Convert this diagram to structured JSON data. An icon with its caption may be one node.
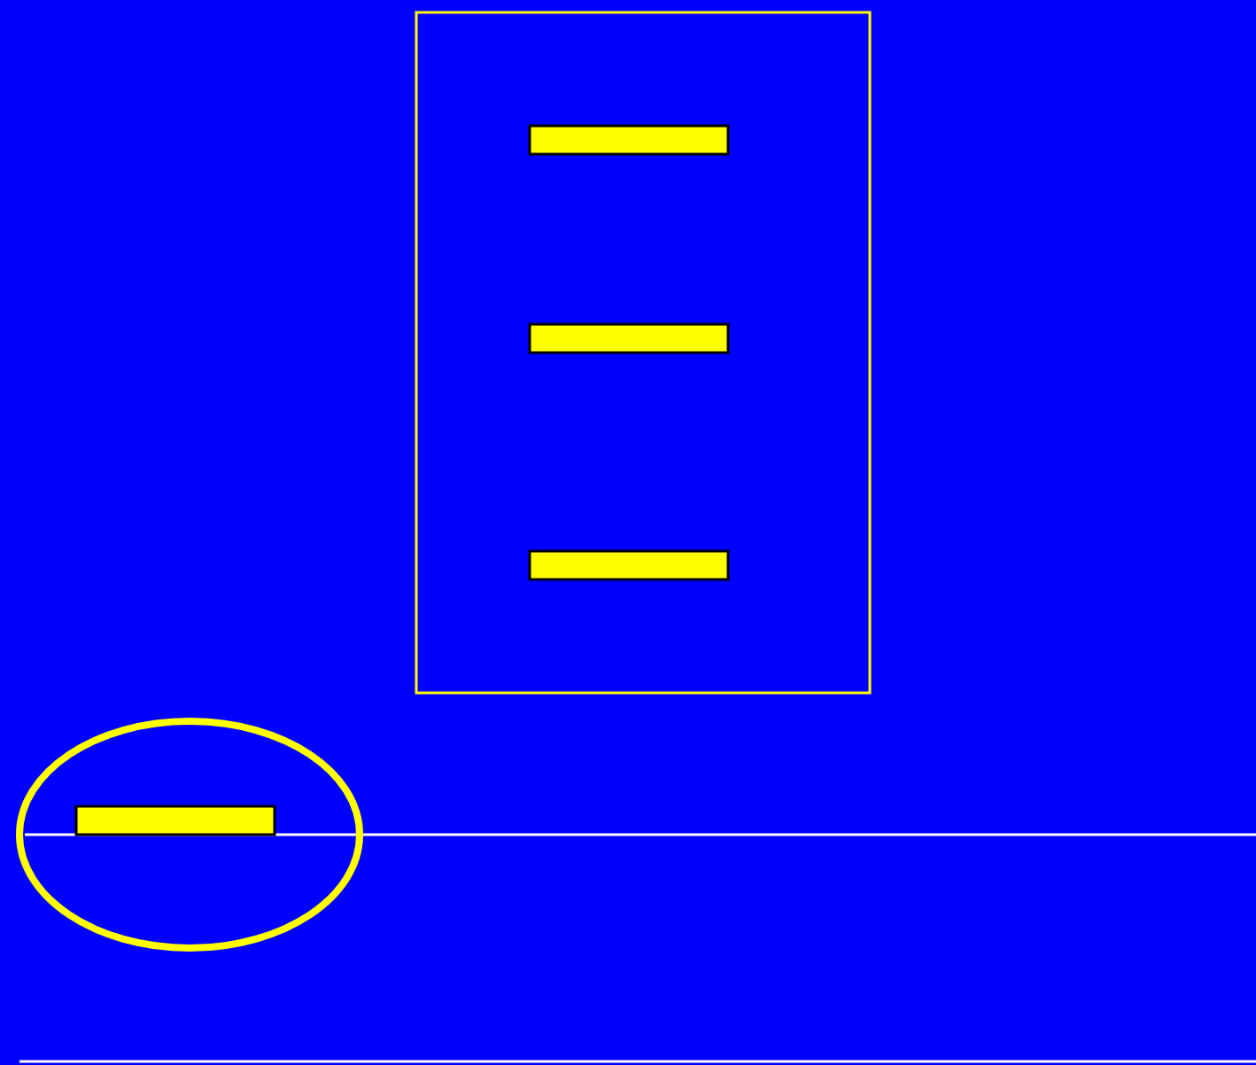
{
  "diagram": {
    "nodes": [
      {
        "text": [],
        "shape": "box"
      },
      {
        "text": [],
        "shape": "bar",
        "in": 0
      },
      {
        "text": [],
        "shape": "bar",
        "in": 0
      },
      {
        "text": [],
        "shape": "bar",
        "in": 0
      },
      {
        "text": [],
        "shape": "ellipse"
      },
      {
        "text": [],
        "shape": "bar",
        "in": 4
      }
    ]
  }
}
